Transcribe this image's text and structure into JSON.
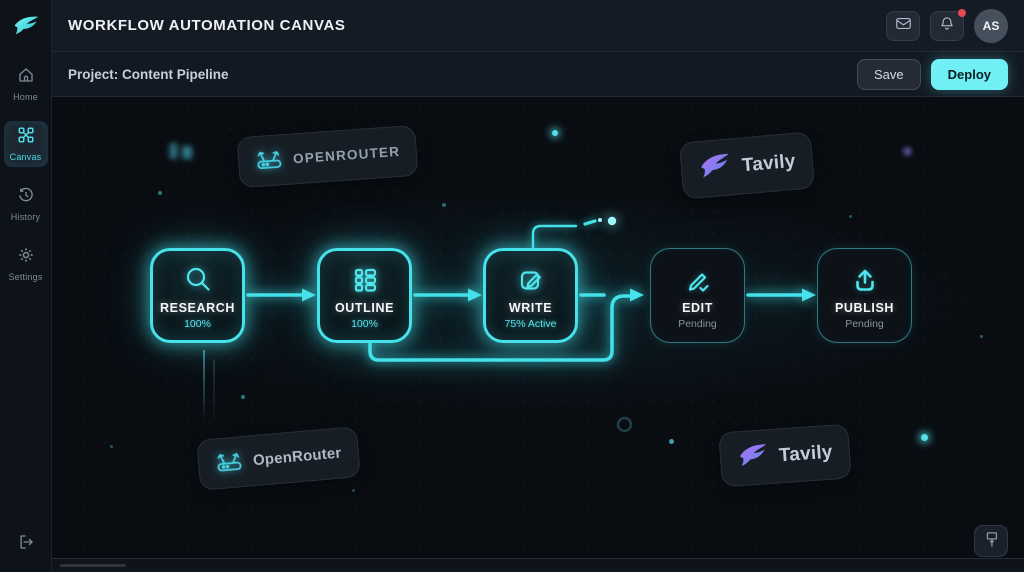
{
  "app": {
    "title": "WORKFLOW AUTOMATION CANVAS"
  },
  "header": {
    "avatar_initials": "AS",
    "has_unread_notification": true
  },
  "toolbar": {
    "project_label": "Project: Content Pipeline",
    "save_label": "Save",
    "deploy_label": "Deploy"
  },
  "sidebar": {
    "items": [
      {
        "label": "Home",
        "icon": "home-icon",
        "active": false
      },
      {
        "label": "Canvas",
        "icon": "canvas-icon",
        "active": true
      },
      {
        "label": "History",
        "icon": "history-icon",
        "active": false
      },
      {
        "label": "Settings",
        "icon": "settings-icon",
        "active": false
      }
    ]
  },
  "canvas": {
    "nodes": [
      {
        "label": "RESEARCH",
        "status": "100%",
        "state": "complete",
        "icon": "search-icon"
      },
      {
        "label": "OUTLINE",
        "status": "100%",
        "state": "complete",
        "icon": "outline-list-icon"
      },
      {
        "label": "WRITE",
        "status": "75% Active",
        "state": "active",
        "icon": "write-icon"
      },
      {
        "label": "EDIT",
        "status": "Pending",
        "state": "pending",
        "icon": "edit-icon"
      },
      {
        "label": "PUBLISH",
        "status": "Pending",
        "state": "pending",
        "icon": "publish-icon"
      }
    ],
    "integrations": [
      {
        "label": "OPENROUTER",
        "icon": "router-icon"
      },
      {
        "label": "Tavily",
        "icon": "tavily-bird-icon"
      },
      {
        "label": "OpenRouter",
        "icon": "router-icon"
      },
      {
        "label": "Tavily",
        "icon": "tavily-bird-icon"
      }
    ]
  },
  "colors": {
    "accent_cyan": "#45e2ea",
    "deploy_button": "#70f0f5",
    "notification_dot": "#e5484d",
    "pending_text": "#8a94a0",
    "tavily_gradient": [
      "#b06df2",
      "#5b8cf0"
    ],
    "canvas_background": "#090d12"
  }
}
